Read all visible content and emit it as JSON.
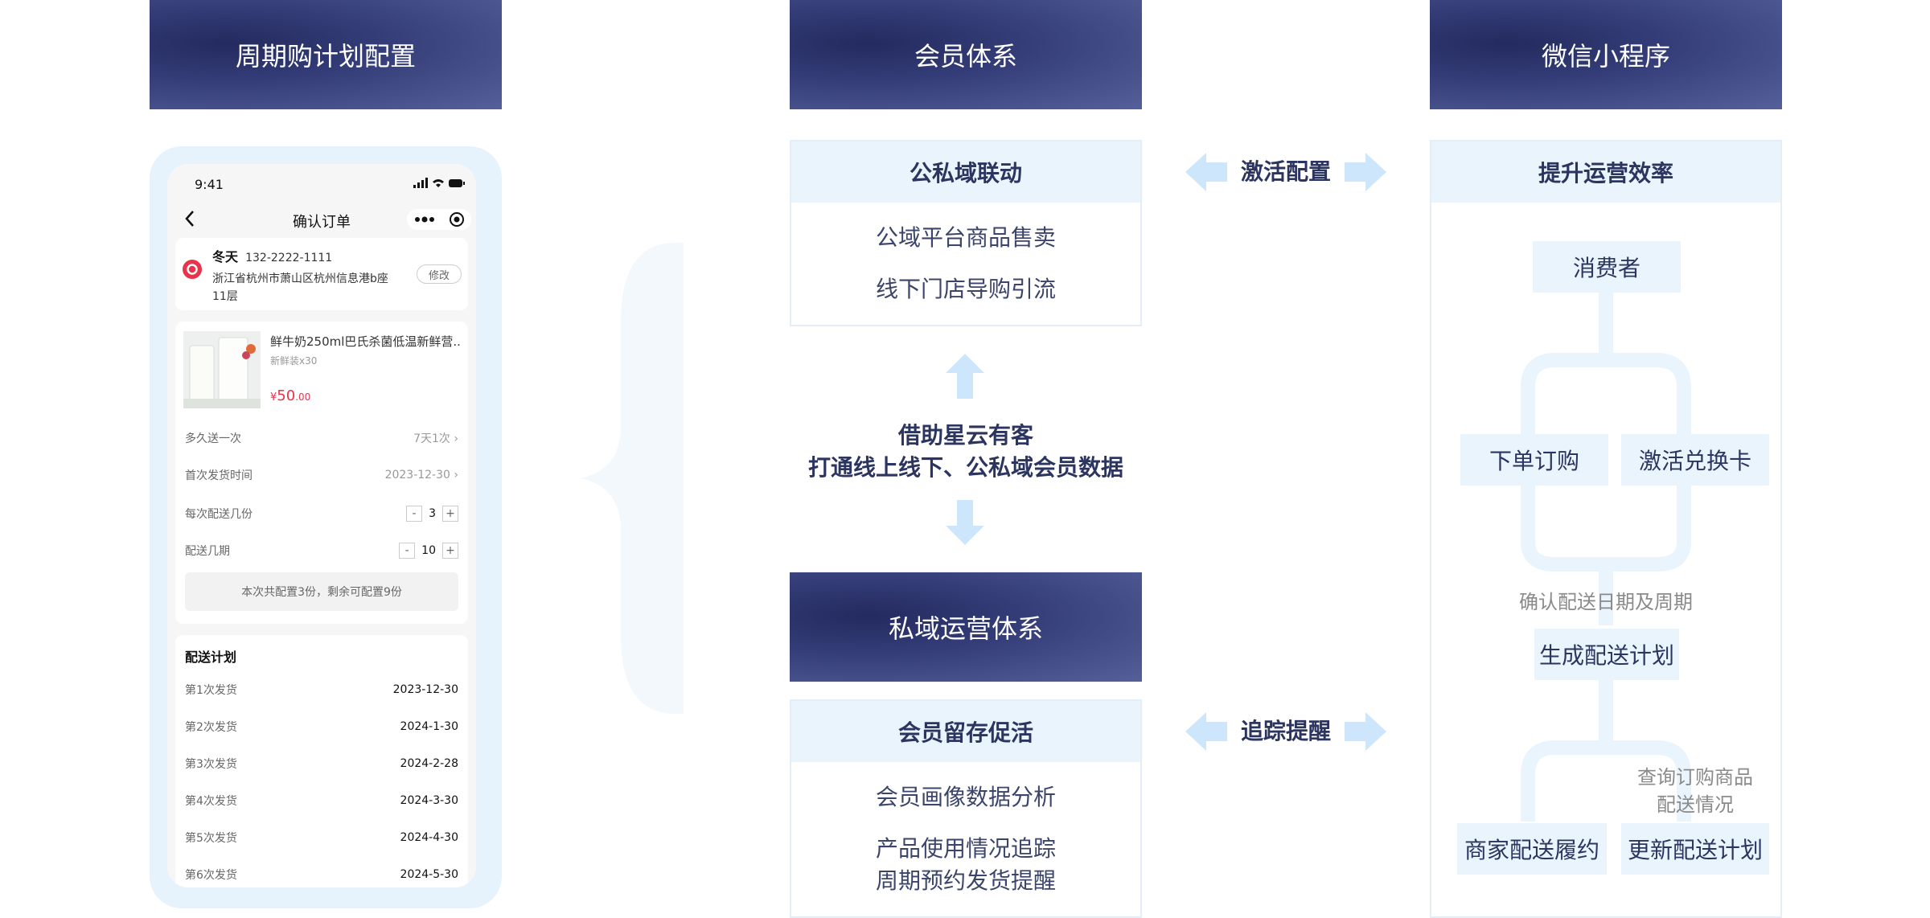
{
  "headers": {
    "left": "周期购计划配置",
    "middle": "会员体系",
    "right": "微信小程序"
  },
  "phone": {
    "status_time": "9:41",
    "nav_title": "确认订单",
    "address": {
      "name": "冬天",
      "phone": "132-2222-1111",
      "line1": "浙江省杭州市萧山区杭州信息港b座",
      "line2": "11层",
      "edit_label": "修改"
    },
    "product": {
      "title": "鲜牛奶250ml巴氏杀菌低温新鲜营...",
      "spec": "新鲜装x30",
      "price_symbol": "¥",
      "price_main": "50",
      "price_dec": ".00"
    },
    "settings": [
      {
        "label": "多久送一次",
        "value": "7天1次"
      },
      {
        "label": "首次发货时间",
        "value": "2023-12-30"
      },
      {
        "label": "每次配送几份",
        "value": "3"
      },
      {
        "label": "配送几期",
        "value": "10"
      }
    ],
    "stepper_minus": "-",
    "stepper_plus": "+",
    "chevron": "›",
    "summary": "本次共配置3份，剩余可配置9份",
    "plan_title": "配送计划",
    "plan_rows": [
      {
        "label": "第1次发货",
        "date": "2023-12-30"
      },
      {
        "label": "第2次发货",
        "date": "2024-1-30"
      },
      {
        "label": "第3次发货",
        "date": "2024-2-28"
      },
      {
        "label": "第4次发货",
        "date": "2024-3-30"
      },
      {
        "label": "第5次发货",
        "date": "2024-4-30"
      },
      {
        "label": "第6次发货",
        "date": "2024-5-30"
      }
    ]
  },
  "middle": {
    "top_title": "公私域联动",
    "top_items": [
      "公域平台商品售卖",
      "线下门店导购引流"
    ],
    "center_text": [
      "借助星云有客",
      "打通线上线下、公私域会员数据"
    ],
    "private_title": "私域运营体系",
    "bottom_title": "会员留存促活",
    "bottom_items": [
      "会员画像数据分析",
      "产品使用情况追踪",
      "周期预约发货提醒"
    ]
  },
  "links": {
    "top": "激活配置",
    "bottom": "追踪提醒"
  },
  "right": {
    "title": "提升运营效率",
    "consumer": "消费者",
    "order": "下单订购",
    "activate": "激活兑换卡",
    "confirm": "确认配送日期及周期",
    "generate": "生成配送计划",
    "query": [
      "查询订购商品",
      "配送情况"
    ],
    "fulfill": "商家配送履约",
    "update": "更新配送计划"
  },
  "colors": {
    "header_dark": "#232a5e",
    "header_light": "#55609a",
    "panel_bg": "#eaf4fd",
    "accent_red": "#e8334a",
    "arrow": "#cde6fb"
  }
}
